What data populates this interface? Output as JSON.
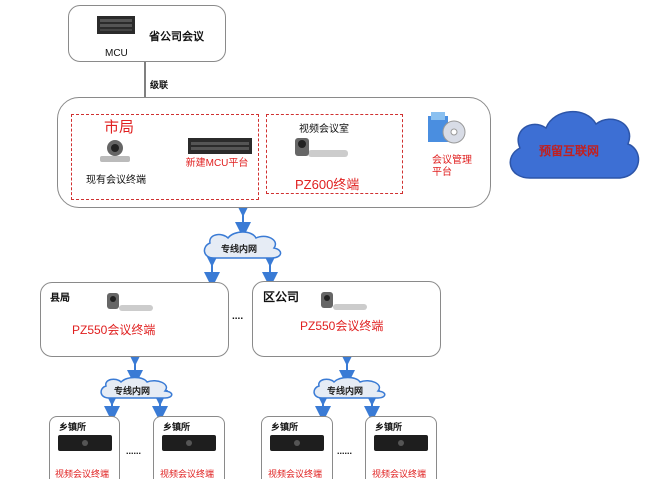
{
  "province": {
    "title": "省公司会议",
    "device": "MCU"
  },
  "link_label": "级联",
  "city": {
    "title": "市局",
    "existing_terminal": "现有会议终端",
    "new_mcu": "新建MCU平台",
    "room_title": "视频会议室",
    "room_terminal": "PZ600终端",
    "mgmt_platform": "会议管理平台"
  },
  "cloud_reserved": "预留互联网",
  "private_net": "专线内网",
  "county": {
    "title": "县局",
    "terminal": "PZ550会议终端"
  },
  "district": {
    "title": "区公司",
    "terminal": "PZ550会议终端"
  },
  "ellipsis": "....",
  "ellipsis_small": "......",
  "town": {
    "title": "乡镇所",
    "terminal": "视频会议终端"
  },
  "colors": {
    "arrow": "#3a7bd5",
    "red": "#e02020",
    "cloud": "#3d6fd4"
  }
}
